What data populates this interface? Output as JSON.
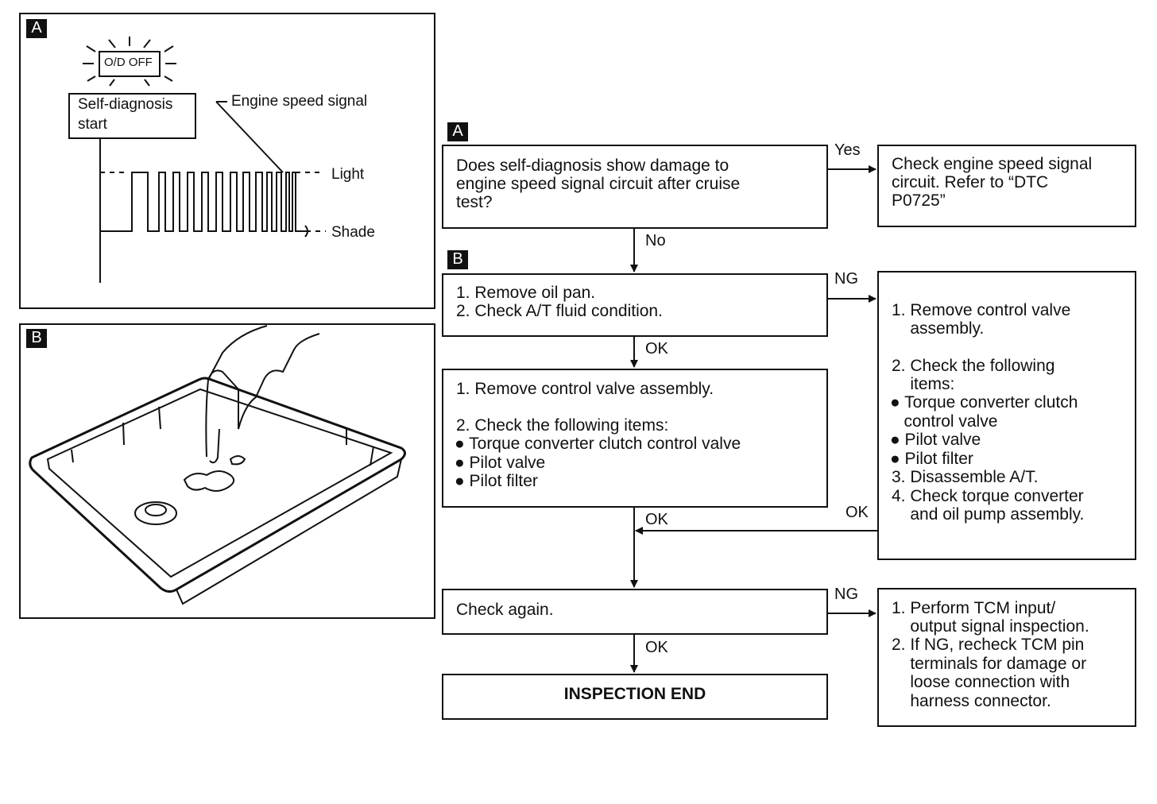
{
  "panel_a": {
    "tag": "A",
    "indicator": "O/D OFF",
    "start_box": [
      "Self-diagnosis",
      "start"
    ],
    "signal_label": "Engine  speed  signal",
    "light_label": "Light",
    "shade_label": "Shade"
  },
  "panel_b": {
    "tag": "B"
  },
  "flow": {
    "tag_a": "A",
    "tag_b": "B",
    "q1": [
      "Does self-diagnosis show damage to",
      "engine speed signal circuit after cruise",
      "test?"
    ],
    "yes_label": "Yes",
    "yes_box": [
      "Check engine speed signal",
      "circuit. Refer to “DTC",
      "P0725”"
    ],
    "no_label": "No",
    "step1": [
      "1. Remove oil pan.",
      "2. Check A/T fluid condition."
    ],
    "ng1_label": "NG",
    "ng1_box": [
      "1. Remove control valve",
      "    assembly.",
      "",
      "2. Check the following",
      "    items:",
      "● Torque converter clutch",
      "   control valve",
      "● Pilot valve",
      "● Pilot filter",
      "3. Disassemble A/T.",
      "4. Check torque converter",
      "    and oil pump assembly."
    ],
    "ok1_label": "OK",
    "step2": [
      "1. Remove control valve assembly.",
      "",
      "2. Check the following items:",
      "● Torque converter clutch control valve",
      "● Pilot valve",
      "● Pilot filter"
    ],
    "ok2_label": "OK",
    "ok_side_label": "OK",
    "step3": "Check again.",
    "ng2_label": "NG",
    "ng2_box": [
      "1. Perform TCM input/",
      "    output signal inspection.",
      "2. If NG, recheck TCM pin",
      "    terminals for damage or",
      "    loose connection with",
      "    harness connector."
    ],
    "ok3_label": "OK",
    "end": "INSPECTION END"
  }
}
